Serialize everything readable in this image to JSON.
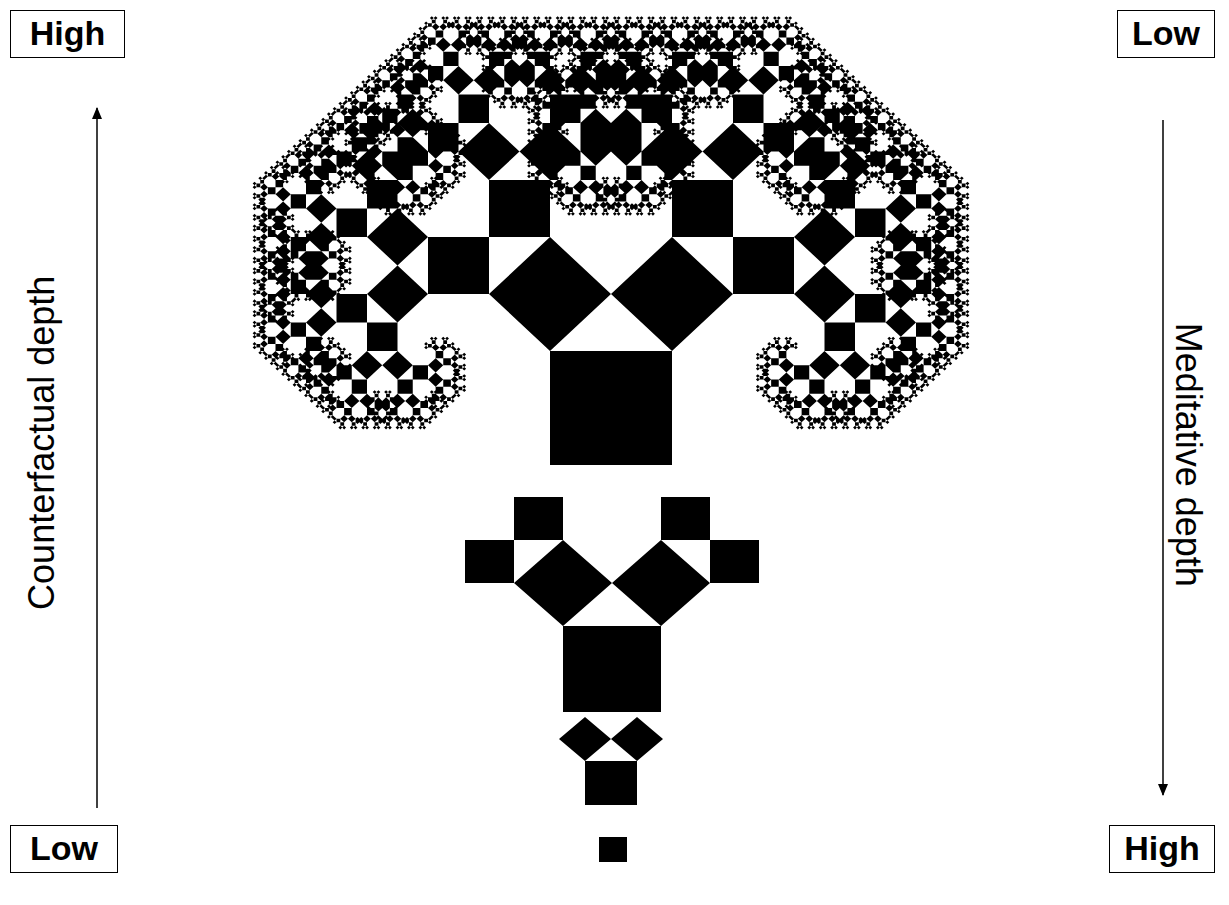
{
  "diagram": {
    "nodes": [
      {
        "text": [
          "High"
        ]
      },
      {
        "text": [
          "Low"
        ]
      },
      {
        "text": [
          "Low"
        ]
      },
      {
        "text": [
          "High"
        ]
      }
    ],
    "edges": [
      {
        "from": 2,
        "to": 0,
        "arrow": "to"
      },
      {
        "from": 1,
        "to": 3,
        "arrow": "to"
      }
    ],
    "labels": [
      "Counterfactual depth",
      "Meditative depth"
    ]
  }
}
